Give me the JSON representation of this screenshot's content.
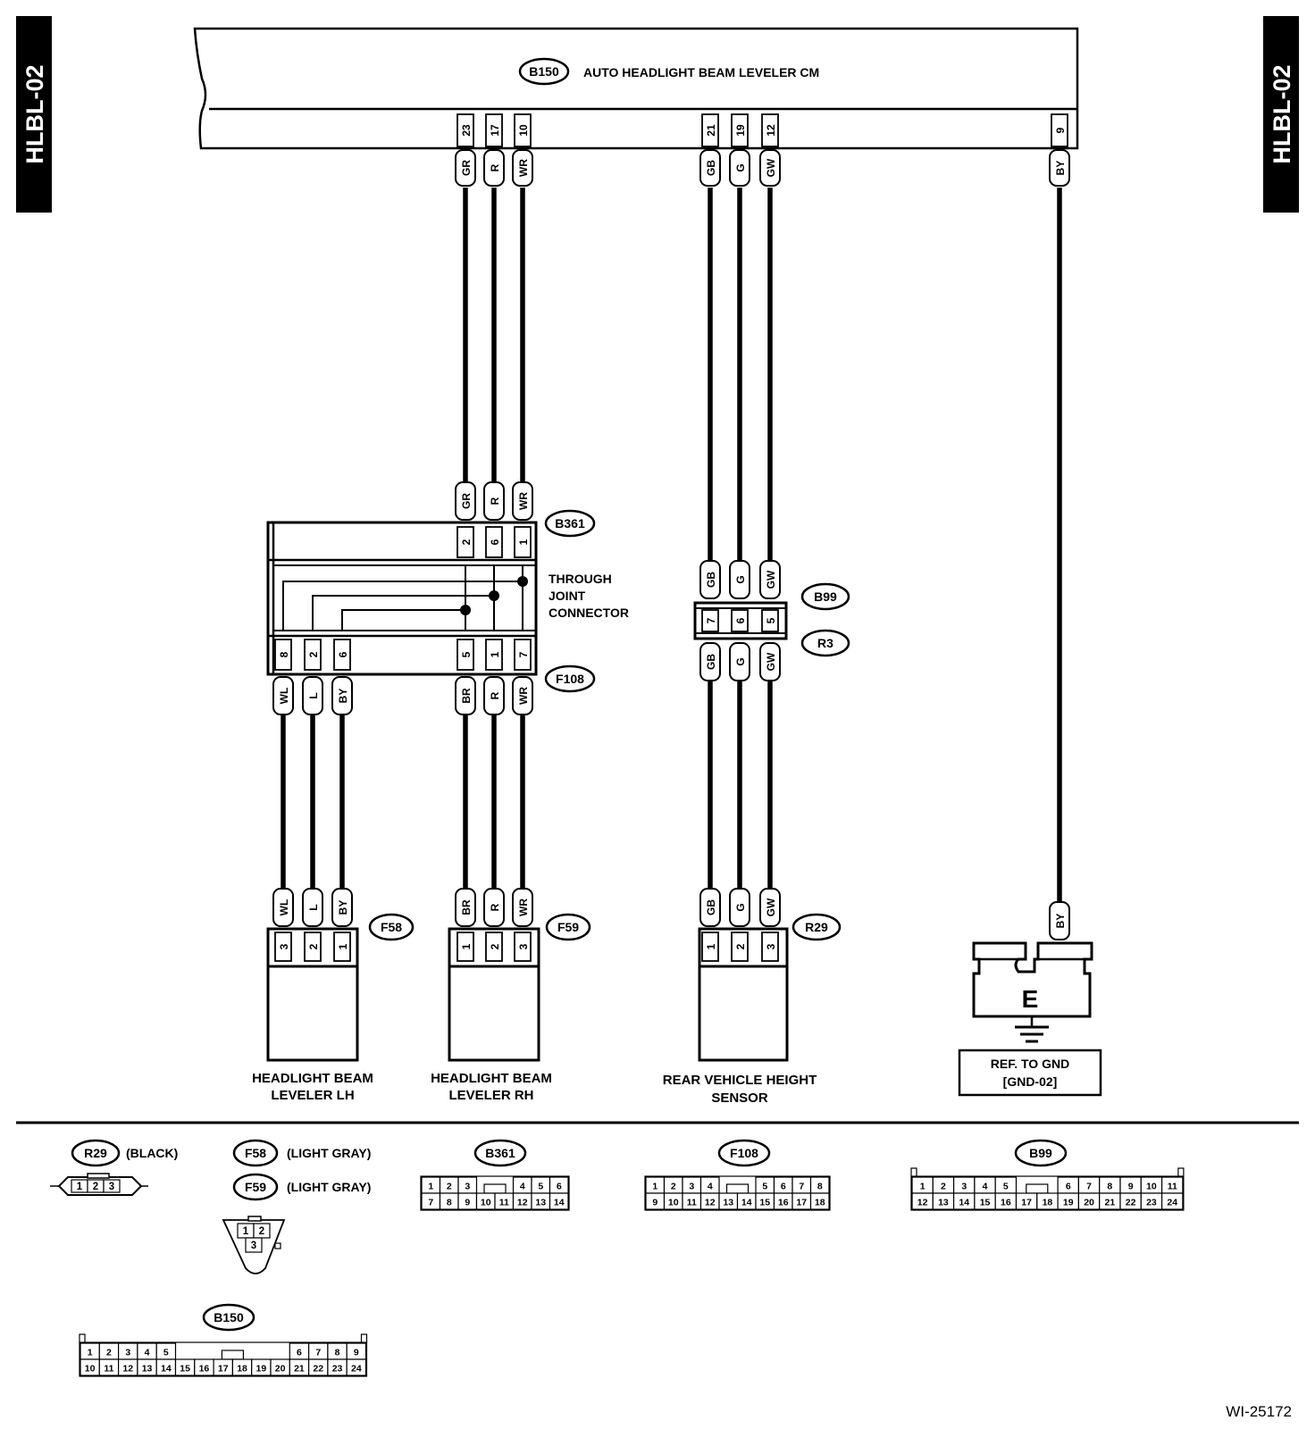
{
  "page_tag": "HLBL-02",
  "figure_id": "WI-25172",
  "control_module": {
    "connector": "B150",
    "name": "AUTO HEADLIGHT BEAM LEVELER CM"
  },
  "joint": {
    "connector_top": "B361",
    "connector_bottom": "F108",
    "label_lines": [
      "THROUGH",
      "JOINT",
      "CONNECTOR"
    ]
  },
  "inline_connectors": {
    "top": "B99",
    "bottom": "R3"
  },
  "wires_top": [
    {
      "pin": "23",
      "color": "GR"
    },
    {
      "pin": "17",
      "color": "R"
    },
    {
      "pin": "10",
      "color": "WR"
    },
    {
      "pin": "21",
      "color": "GB"
    },
    {
      "pin": "19",
      "color": "G"
    },
    {
      "pin": "12",
      "color": "GW"
    },
    {
      "pin": "9",
      "color": "BY"
    }
  ],
  "b361_pins": [
    "2",
    "6",
    "1"
  ],
  "f108_pins_left": [
    "8",
    "2",
    "6"
  ],
  "f108_pins_right": [
    "5",
    "1",
    "7"
  ],
  "f108_colors_left": [
    "WL",
    "L",
    "BY"
  ],
  "f108_colors_right": [
    "BR",
    "R",
    "WR"
  ],
  "b99_pins": [
    "7",
    "6",
    "5"
  ],
  "r3_colors": [
    "GB",
    "G",
    "GW"
  ],
  "devices": [
    {
      "connector": "F58",
      "name_lines": [
        "HEADLIGHT BEAM",
        "LEVELER LH"
      ],
      "pins": [
        "3",
        "2",
        "1"
      ],
      "colors": [
        "WL",
        "L",
        "BY"
      ]
    },
    {
      "connector": "F59",
      "name_lines": [
        "HEADLIGHT BEAM",
        "LEVELER RH"
      ],
      "pins": [
        "1",
        "2",
        "3"
      ],
      "colors": [
        "BR",
        "R",
        "WR"
      ]
    },
    {
      "connector": "R29",
      "name_lines": [
        "REAR VEHICLE HEIGHT",
        "SENSOR"
      ],
      "pins": [
        "1",
        "2",
        "3"
      ],
      "colors": [
        "GB",
        "G",
        "GW"
      ]
    }
  ],
  "ground": {
    "wire_color": "BY",
    "symbol": "E",
    "ref_lines": [
      "REF. TO GND",
      "[GND-02]"
    ]
  },
  "connector_faces": {
    "r29": {
      "id": "R29",
      "color": "(BLACK)",
      "pins": [
        "1",
        "2",
        "3"
      ]
    },
    "f58": {
      "id": "F58",
      "color": "(LIGHT GRAY)"
    },
    "f59": {
      "id": "F59",
      "color": "(LIGHT GRAY)",
      "pins": [
        "1",
        "2",
        "3"
      ]
    },
    "b361": {
      "id": "B361",
      "rows": [
        [
          "1",
          "2",
          "3",
          "",
          "4",
          "5",
          "6"
        ],
        [
          "7",
          "8",
          "9",
          "10",
          "11",
          "12",
          "13",
          "14"
        ]
      ]
    },
    "f108": {
      "id": "F108",
      "rows": [
        [
          "1",
          "2",
          "3",
          "4",
          "",
          "5",
          "6",
          "7",
          "8"
        ],
        [
          "9",
          "10",
          "11",
          "12",
          "13",
          "14",
          "15",
          "16",
          "17",
          "18"
        ]
      ]
    },
    "b99": {
      "id": "B99",
      "rows": [
        [
          "1",
          "2",
          "3",
          "4",
          "5",
          "",
          "6",
          "7",
          "8",
          "9",
          "10",
          "11"
        ],
        [
          "12",
          "13",
          "14",
          "15",
          "16",
          "17",
          "18",
          "19",
          "20",
          "21",
          "22",
          "23",
          "24"
        ]
      ]
    },
    "b150": {
      "id": "B150",
      "rows": [
        [
          "1",
          "2",
          "3",
          "4",
          "5",
          "",
          "6",
          "7",
          "8",
          "9"
        ],
        [
          "10",
          "11",
          "12",
          "13",
          "14",
          "15",
          "16",
          "17",
          "18",
          "19",
          "20",
          "21",
          "22",
          "23",
          "24"
        ]
      ]
    }
  }
}
